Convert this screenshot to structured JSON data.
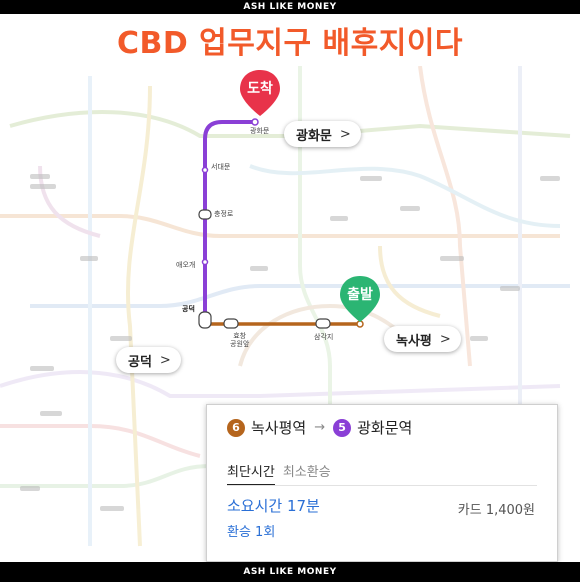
{
  "banner": {
    "top": "ASH LIKE MONEY",
    "bottom": "ASH LIKE MONEY"
  },
  "headline": "CBD 업무지구 배후지이다",
  "markers": {
    "arrival": "도착",
    "departure": "출발"
  },
  "pills": {
    "destination": "광화문",
    "origin": "녹사평",
    "gongdeok": "공덕"
  },
  "stations": {
    "gwanghwamun": "광화문",
    "seodaemun": "서대문",
    "chungjeongno": "충정로",
    "aeogae": "애오개",
    "gongdeok": "공덕",
    "hyochang": "효창\n공원앞",
    "samgakji": "삼각지"
  },
  "route_card": {
    "from_line": "6",
    "from_station": "녹사평역",
    "to_line": "5",
    "to_station": "광화문역",
    "tab_active": "최단시간",
    "tab_other": "최소환승",
    "duration": "소요시간 17분",
    "transfers": "환승 1회",
    "fare": "카드 1,400원"
  },
  "colors": {
    "headline": "#f25a2a",
    "line5": "#8a3fd6",
    "line6": "#b5651d",
    "arrival_marker": "#e8334a",
    "departure_marker": "#2bb573"
  }
}
